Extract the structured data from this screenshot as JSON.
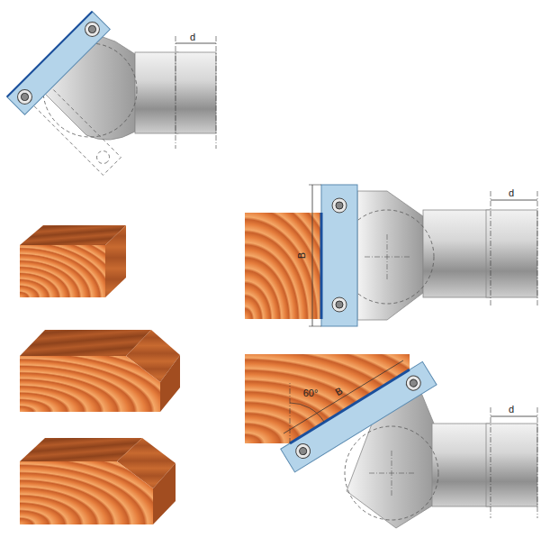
{
  "diagram": {
    "labels": [
      "d",
      "d",
      "B",
      "60°",
      "B",
      "d"
    ]
  }
}
